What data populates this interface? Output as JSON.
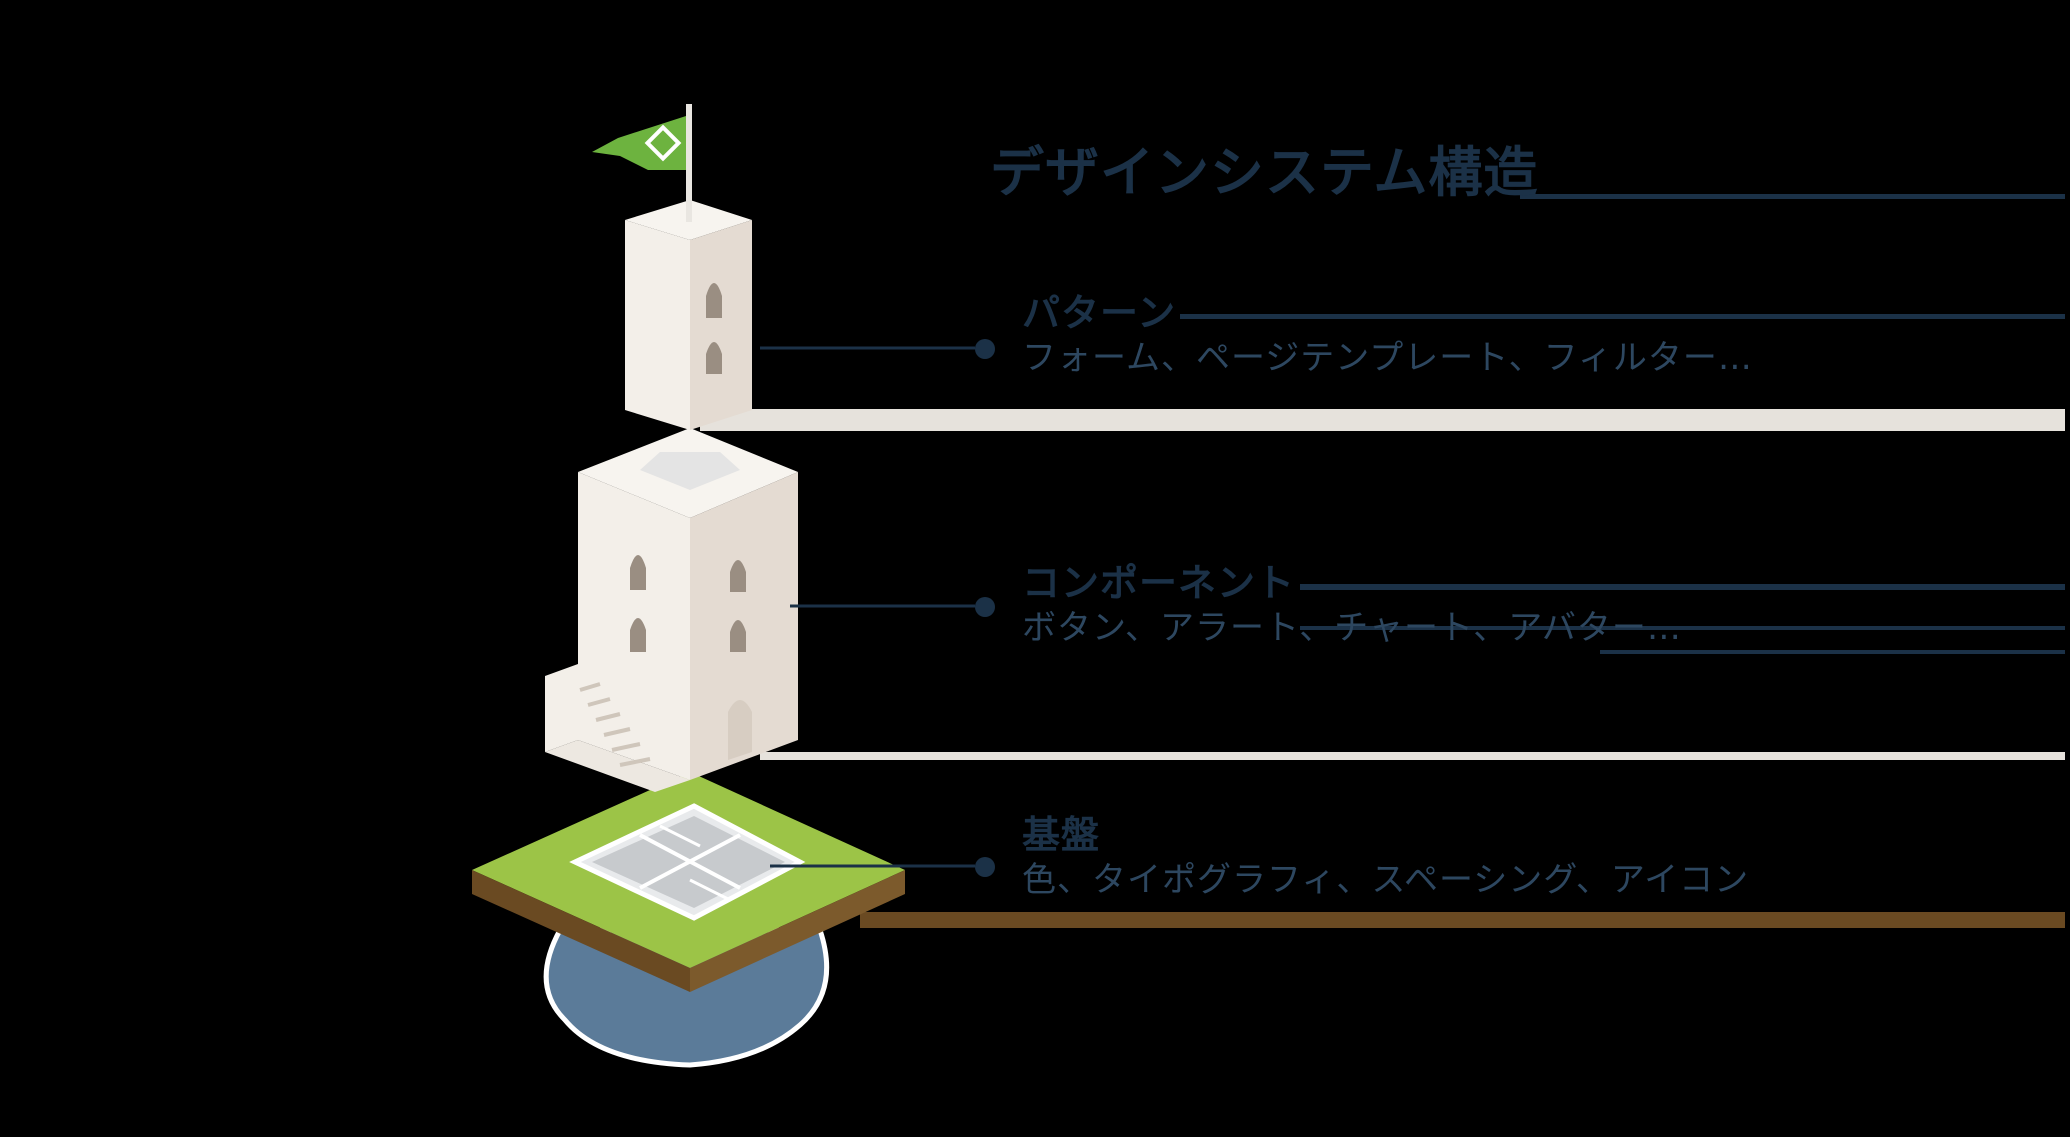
{
  "title": "デザインシステム構造",
  "layers": [
    {
      "name": "パターン",
      "desc": "フォーム、ページテンプレート、フィルター…"
    },
    {
      "name": "コンポーネント",
      "desc": "ボタン、アラート、チャート、アバター…"
    },
    {
      "name": "基盤",
      "desc": "色、タイポグラフィ、スペーシング、アイコン"
    }
  ],
  "colors": {
    "text_dark": "#1b3147",
    "text_desc": "#2d4760",
    "tower_wall": "#f3efe9",
    "grass": "#9cc447",
    "soil": "#6a4a22",
    "flag": "#6db33f"
  },
  "icons": [
    "flag-icon"
  ]
}
